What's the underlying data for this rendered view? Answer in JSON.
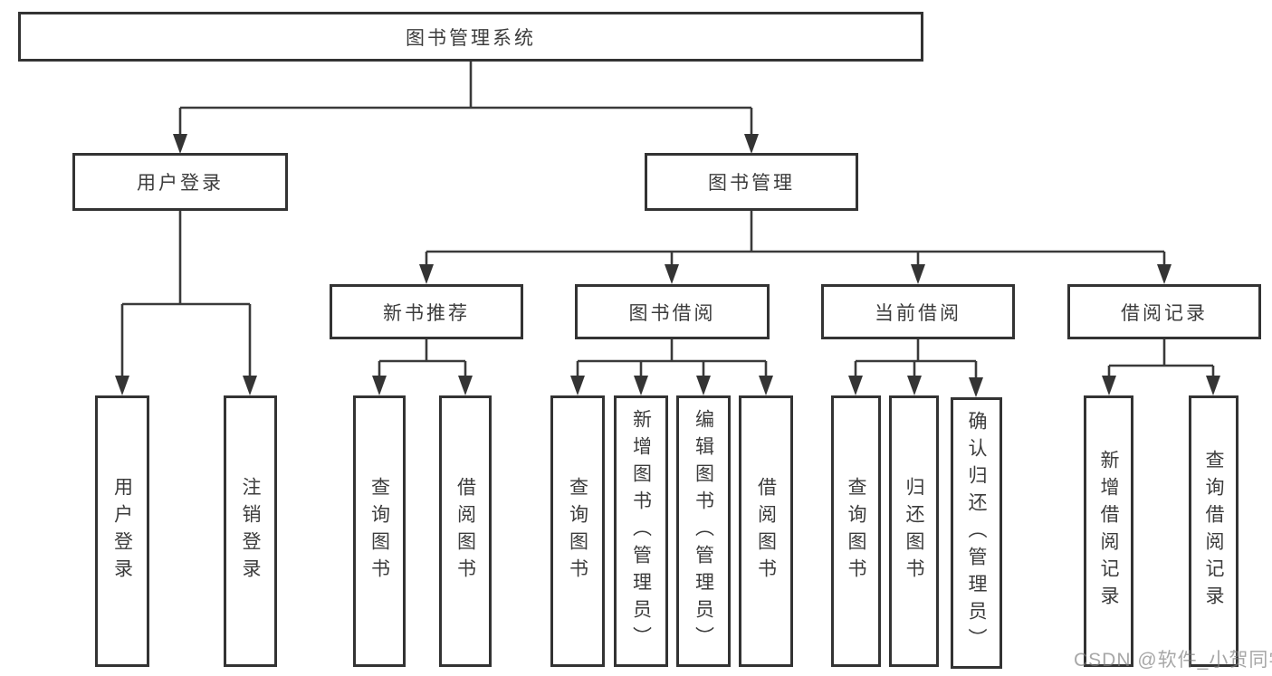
{
  "diagram": {
    "tree": {
      "root": {
        "label": "图书管理系统",
        "children": [
          {
            "label": "用户登录",
            "children": [
              {
                "label": "用户登录"
              },
              {
                "label": "注销登录"
              }
            ]
          },
          {
            "label": "图书管理",
            "children": [
              {
                "label": "新书推荐",
                "children": [
                  {
                    "label": "查询图书"
                  },
                  {
                    "label": "借阅图书"
                  }
                ]
              },
              {
                "label": "图书借阅",
                "children": [
                  {
                    "label": "查询图书"
                  },
                  {
                    "label": "新增图书（管理员）"
                  },
                  {
                    "label": "编辑图书（管理员）"
                  },
                  {
                    "label": "借阅图书"
                  }
                ]
              },
              {
                "label": "当前借阅",
                "children": [
                  {
                    "label": "查询图书"
                  },
                  {
                    "label": "归还图书"
                  },
                  {
                    "label": "确认归还（管理员）"
                  }
                ]
              },
              {
                "label": "借阅记录",
                "children": [
                  {
                    "label": "新增借阅记录"
                  },
                  {
                    "label": "查询借阅记录"
                  }
                ]
              }
            ]
          }
        ]
      }
    },
    "colors": {
      "line": "#3a3a3a",
      "box_border": "#333333",
      "text": "#3c3c3c",
      "background": "#ffffff",
      "watermark": "#7d7d7d"
    },
    "watermark": "CSDN @软件_小贺同学"
  }
}
